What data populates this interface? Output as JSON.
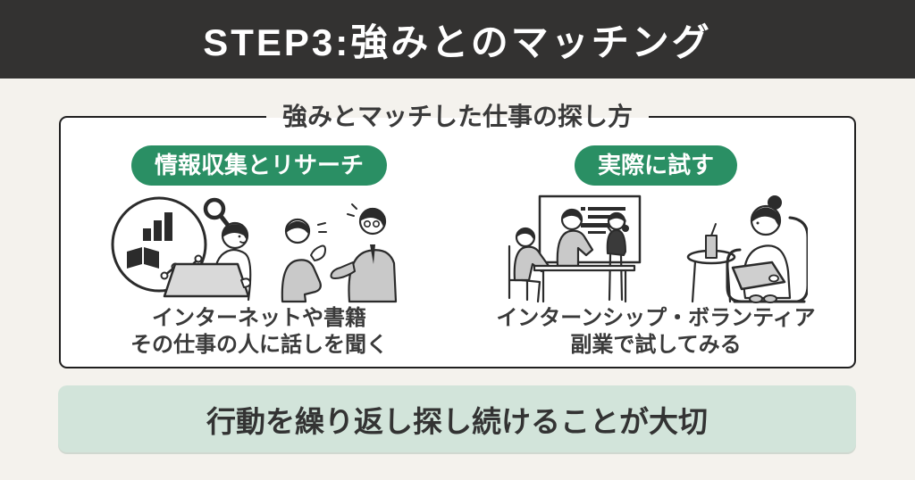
{
  "header": {
    "title": "STEP3:強みとのマッチング"
  },
  "panel": {
    "title": "強みとマッチした仕事の探し方",
    "columns": [
      {
        "badge": "情報収集とリサーチ",
        "caption": [
          "インターネットや書籍",
          "その仕事の人に話しを聞く"
        ],
        "illustrations": [
          "research-and-analysis",
          "interview-conversation"
        ]
      },
      {
        "badge": "実際に試す",
        "caption": [
          "インターンシップ・ボランティア",
          "副業で試してみる"
        ],
        "illustrations": [
          "team-whiteboard-meeting",
          "laptop-in-armchair"
        ]
      }
    ]
  },
  "footer": {
    "message": "行動を繰り返し探し続けることが大切"
  },
  "colors": {
    "header_bg": "#333231",
    "background": "#f4f2ed",
    "accent_green": "#2a8f64",
    "mint": "#d2e4da",
    "text_dark": "#3a3a3a",
    "line": "#2b2b2b"
  }
}
